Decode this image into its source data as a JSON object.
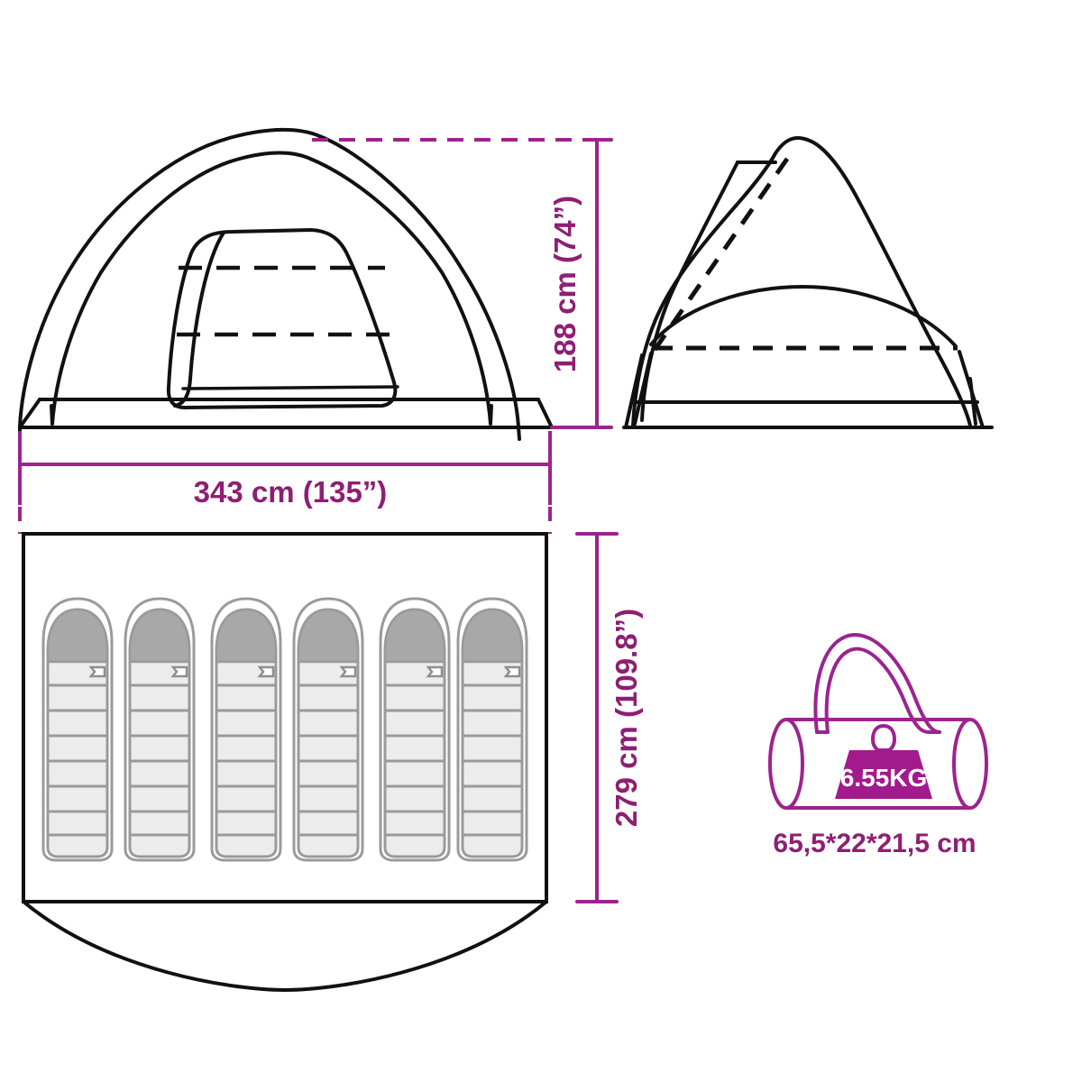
{
  "diagram": {
    "title": "tent-dimension-diagram",
    "colors": {
      "dimension_line": "#9c248e",
      "dimension_text": "#8e1f72",
      "outline": "#111111",
      "sleeping_bag_body": "#ececec",
      "sleeping_bag_hood": "#a8a8a8",
      "background": "#ffffff"
    }
  },
  "dimensions": {
    "height": {
      "label": "188 cm (74”)",
      "value_cm": 188,
      "value_in": 74,
      "orientation": "vertical"
    },
    "width": {
      "label": "343 cm (135”)",
      "value_cm": 343,
      "value_in": 135,
      "orientation": "horizontal"
    },
    "depth": {
      "label": "279 cm (109.8”)",
      "value_cm": 279,
      "value_in": 109.8,
      "orientation": "vertical"
    }
  },
  "carry_bag": {
    "weight_label": "6.55KG",
    "packed_size_label": "65,5*22*21,5 cm"
  },
  "floor_plan": {
    "sleeping_bag_count": 6,
    "sleeping_bag_segments": 8
  },
  "views": {
    "front": "tent-front-view",
    "side": "tent-side-view",
    "plan": "tent-floor-plan",
    "bag": "carry-bag-view"
  }
}
